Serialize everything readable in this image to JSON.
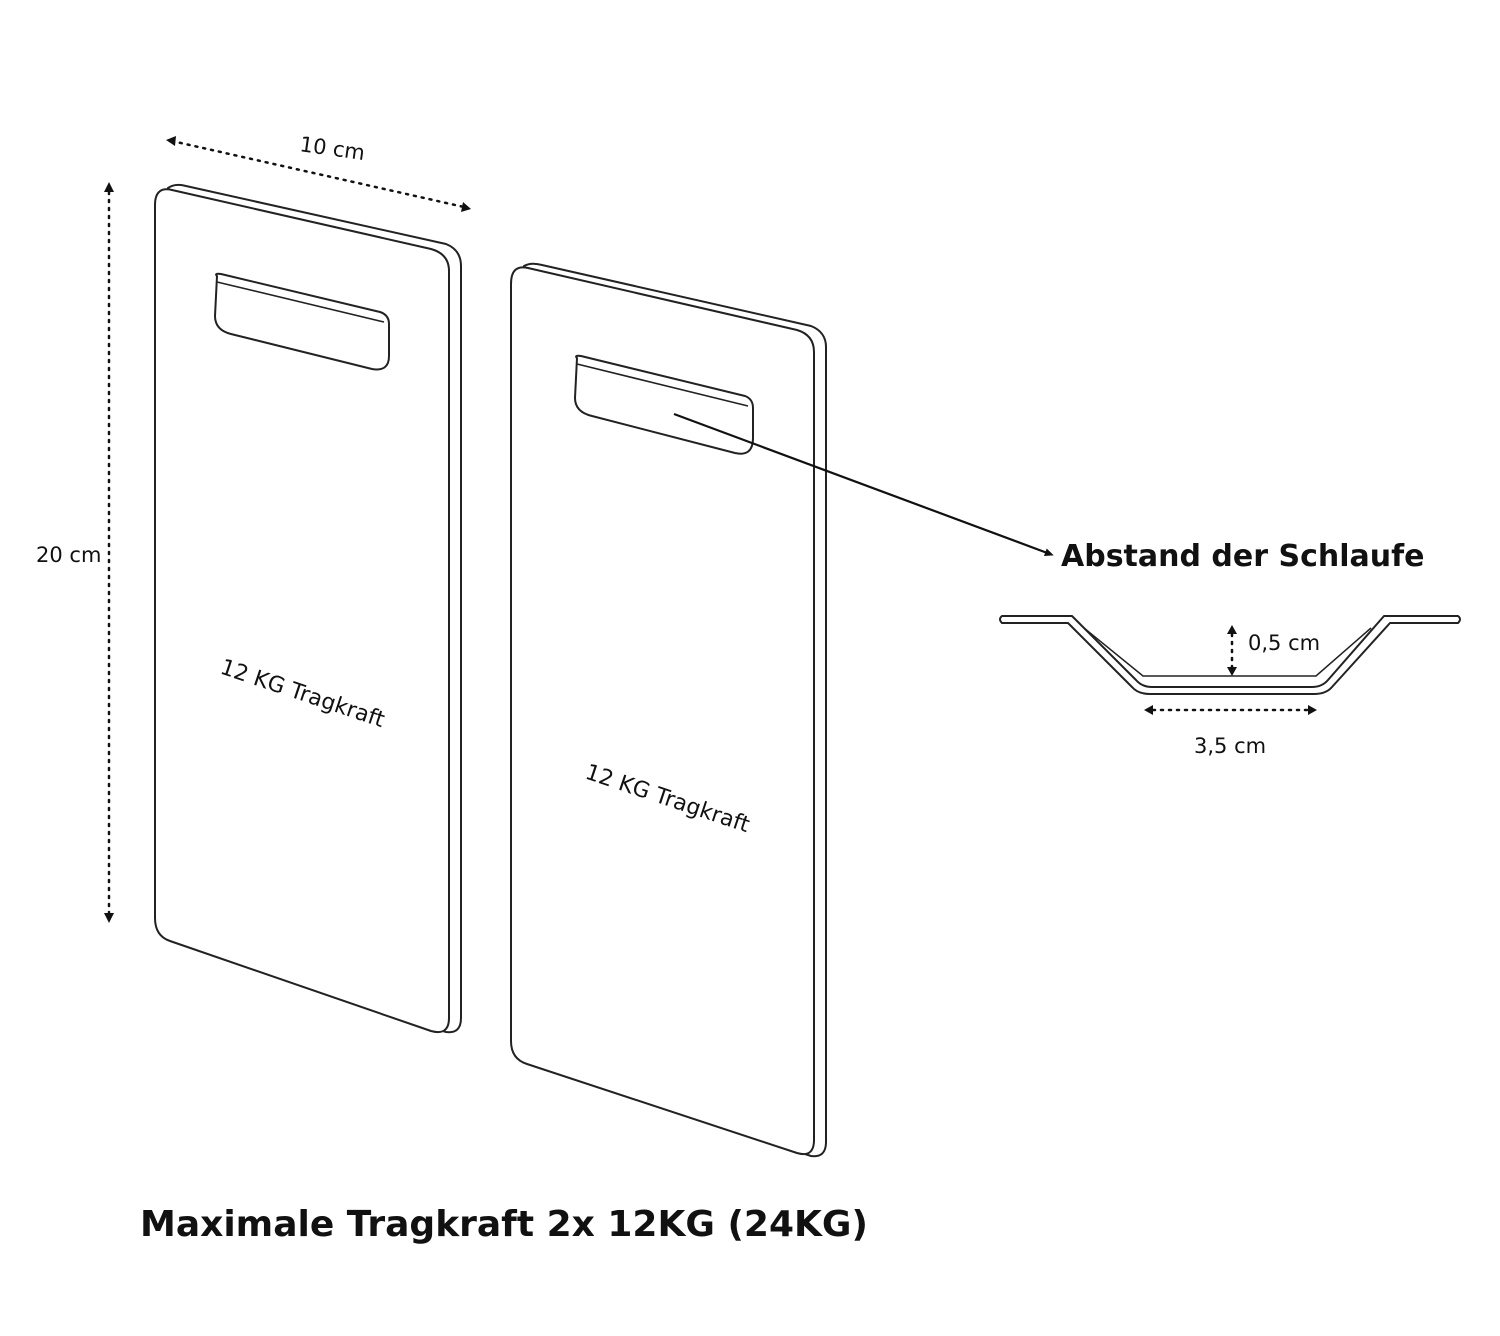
{
  "dimensions": {
    "width_label": "10 cm",
    "height_label": "20 cm",
    "loop_depth_label": "0,5 cm",
    "loop_width_label": "3,5 cm"
  },
  "plates": [
    {
      "label": "12 KG Tragkraft"
    },
    {
      "label": "12 KG Tragkraft"
    }
  ],
  "callout": {
    "title": "Abstand der Schlaufe"
  },
  "footer": {
    "title": "Maximale Tragkraft 2x 12KG (24KG)"
  }
}
